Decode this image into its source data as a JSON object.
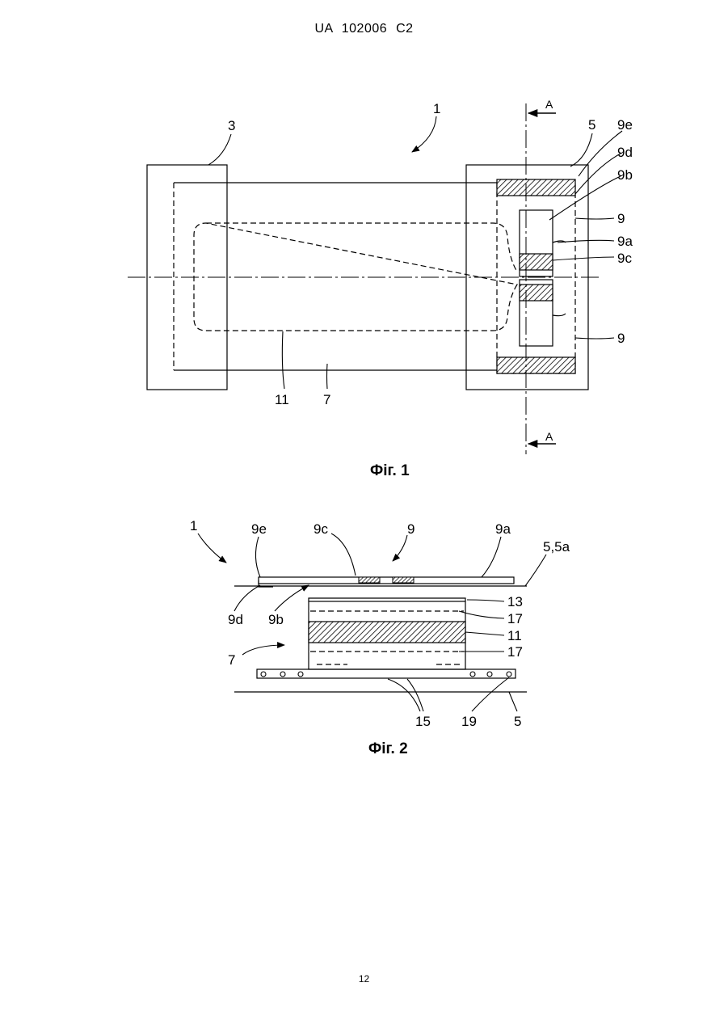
{
  "header": {
    "text": "UA   102006   C2"
  },
  "figure1": {
    "caption": "Фіг. 1",
    "labels": {
      "l1": "1",
      "l3": "3",
      "l5": "5",
      "l9e": "9e",
      "l9d": "9d",
      "l9b": "9b",
      "l9_top": "9",
      "l9a": "9a",
      "l9c": "9c",
      "l9_bottom": "9",
      "l11": "11",
      "l7": "7",
      "section_top": "A",
      "section_bottom": "A"
    }
  },
  "figure2": {
    "caption": "Фіг. 2",
    "labels": {
      "l1": "1",
      "l9e": "9e",
      "l9c": "9c",
      "l9": "9",
      "l9a": "9a",
      "l55a": "5,5a",
      "l9d": "9d",
      "l9b": "9b",
      "l13": "13",
      "l17_top": "17",
      "l11": "11",
      "l7": "7",
      "l17_bottom": "17",
      "l15": "15",
      "l19": "19",
      "l5": "5"
    }
  },
  "page": {
    "number": "12"
  }
}
